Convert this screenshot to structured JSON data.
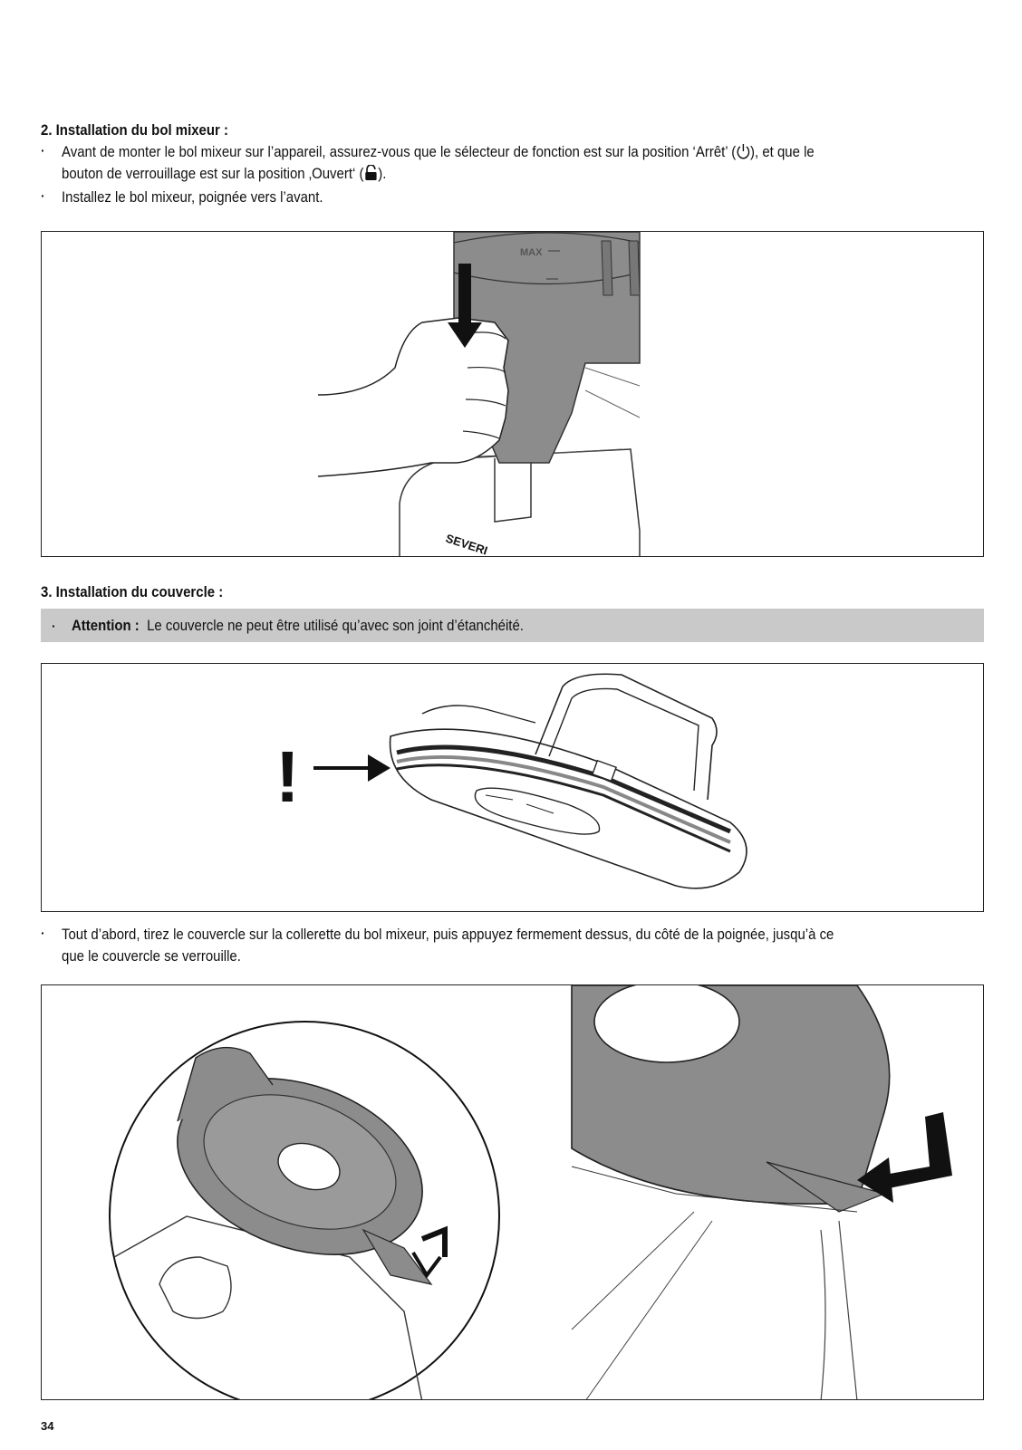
{
  "section2": {
    "heading": "2. Installation du bol mixeur :",
    "bullet1_line1_a": "Avant de monter le bol mixeur sur l’appareil, assurez-vous que le sélecteur de fonction est sur la position ‘Arrêt’ (",
    "bullet1_line1_b": "), et que le",
    "bullet1_line2_a": "bouton de verrouillage est sur la position ‚Ouvert‘ (",
    "bullet1_line2_b": ").",
    "bullet2": "Installez le bol mixeur, poignée vers l’avant.",
    "figure_text": {
      "max_label": "MAX",
      "brand": "SEVERI"
    }
  },
  "section3": {
    "heading": "3. Installation du couvercle :",
    "attention_label": "Attention :",
    "attention_text": "Le couvercle ne peut être utilisé qu’avec son joint d’étanchéité.",
    "figure_mark": "!",
    "bullet1_line1": "Tout d’abord, tirez le couvercle sur la collerette du bol mixeur, puis appuyez fermement dessus, du côté de la poignée, jusqu’à ce",
    "bullet1_line2": "que le couvercle se verrouille."
  },
  "bullet_glyph": "·",
  "icons": [
    "power-off-icon",
    "padlock-open-icon",
    "down-arrow-icon",
    "right-arrow-icon"
  ],
  "page_number": "34"
}
